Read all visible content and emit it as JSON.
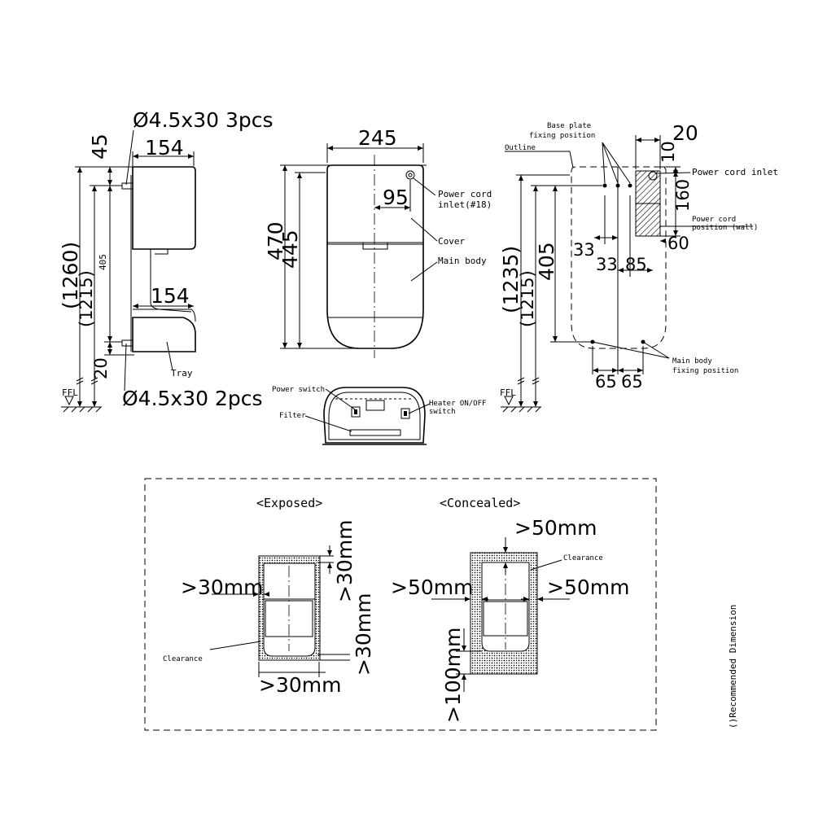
{
  "side_view": {
    "screw_top": "Ø4.5x30  3pcs",
    "screw_bottom": "Ø4.5x30  2pcs",
    "dim_45": "45",
    "dim_154_top": "154",
    "dim_154_mid": "154",
    "dim_1260": "(1260)",
    "dim_1215": "(1215)",
    "dim_405": "405",
    "dim_20": "20",
    "ffl": "FFL",
    "tray": "Tray"
  },
  "front_view": {
    "dim_245": "245",
    "dim_95": "95",
    "dim_470": "470",
    "dim_445": "445",
    "power_cord_inlet": "Power cord",
    "power_cord_inlet_2": "inlet(#18)",
    "cover": "Cover",
    "main_body": "Main body"
  },
  "bottom_view": {
    "power_switch": "Power switch",
    "filter": "Filter",
    "heater_switch_1": "Heater ON/OFF",
    "heater_switch_2": "switch"
  },
  "rear_view": {
    "base_plate_1": "Base plate",
    "base_plate_2": "fixing position",
    "outline": "Outline",
    "power_cord_inlet": "Power cord inlet",
    "power_cord_position_1": "Power cord",
    "power_cord_position_2": "position (wall)",
    "dim_20": "20",
    "dim_10": "10",
    "dim_160": "160",
    "dim_60": "60",
    "dim_33a": "33",
    "dim_33b": "33",
    "dim_85": "85",
    "dim_1235": "(1235)",
    "dim_1215": "(1215)",
    "dim_405": "405",
    "dim_65a": "65",
    "dim_65b": "65",
    "main_body_fix_1": "Main body",
    "main_body_fix_2": "fixing position",
    "ffl": "FFL"
  },
  "clearance_box": {
    "exposed_title": "<Exposed>",
    "concealed_title": "<Concealed>",
    "exp_top": ">30mm",
    "exp_left": ">30mm",
    "exp_right": ">30mm",
    "exp_bottom": ">30mm",
    "exp_clearance": "Clearance",
    "con_top": ">50mm",
    "con_left": ">50mm",
    "con_right": ">50mm",
    "con_bottom": ">100mm",
    "con_clearance": "Clearance"
  },
  "note": "()Recommended Dimension"
}
